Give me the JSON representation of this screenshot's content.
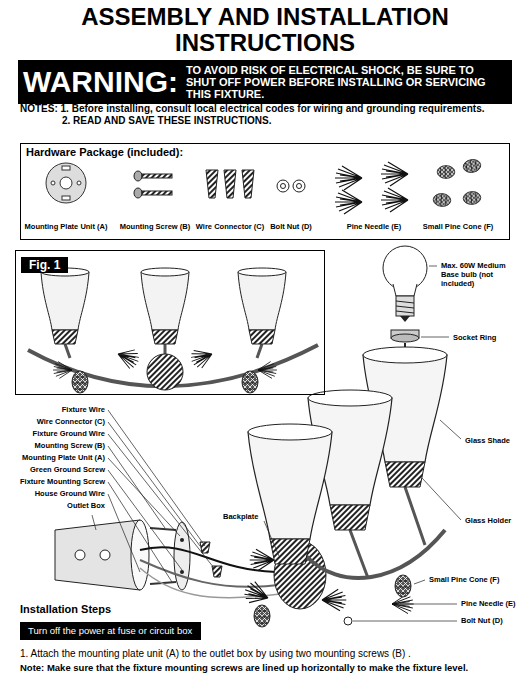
{
  "diagram": {
    "title": "ASSEMBLY AND INSTALLATION INSTRUCTIONS",
    "nodes": [
      {
        "text": [
          "WARNING:",
          "TO AVOID RISK OF ELECTRICAL SHOCK, BE SURE TO SHUT OFF POWER BEFORE INSTALLING OR SERVICING THIS FIXTURE."
        ]
      },
      {
        "text": [
          "Hardware Package (included):",
          "Mounting Plate Unit (A)",
          "Mounting Screw (B)",
          "Wire Connector (C)",
          "Bolt Nut (D)",
          "Pine Needle (E)",
          "Small Pine Cone (F)"
        ]
      },
      {
        "text": [
          "Fig. 1"
        ]
      },
      {
        "text": [
          "Turn off the power at fuse or circuit box"
        ]
      }
    ],
    "labels": [
      "NOTES: 1. Before installing, consult local electrical codes for wiring and grounding requirements.",
      "2. READ AND SAVE THESE INSTRUCTIONS.",
      "Max. 60W Medium Base bulb (not included)",
      "Socket Ring",
      "Fixture Wire",
      "Wire Connector (C)",
      "Fixture Ground Wire",
      "Mounting Screw (B)",
      "Mounting Plate Unit (A)",
      "Green Ground Screw",
      "Fixture Mounting Screw",
      "House Ground Wire",
      "Outlet Box",
      "Glass Shade",
      "Backplate",
      "Glass Holder",
      "Small Pine Cone (F)",
      "Pine Needle (E)",
      "Bolt Nut (D)",
      "Installation Steps",
      "1. Attach the mounting plate unit (A) to the outlet box by using two mounting screws (B) .",
      "Note: Make sure that the fixture mounting screws are lined up horizontally to make the fixture level."
    ]
  }
}
